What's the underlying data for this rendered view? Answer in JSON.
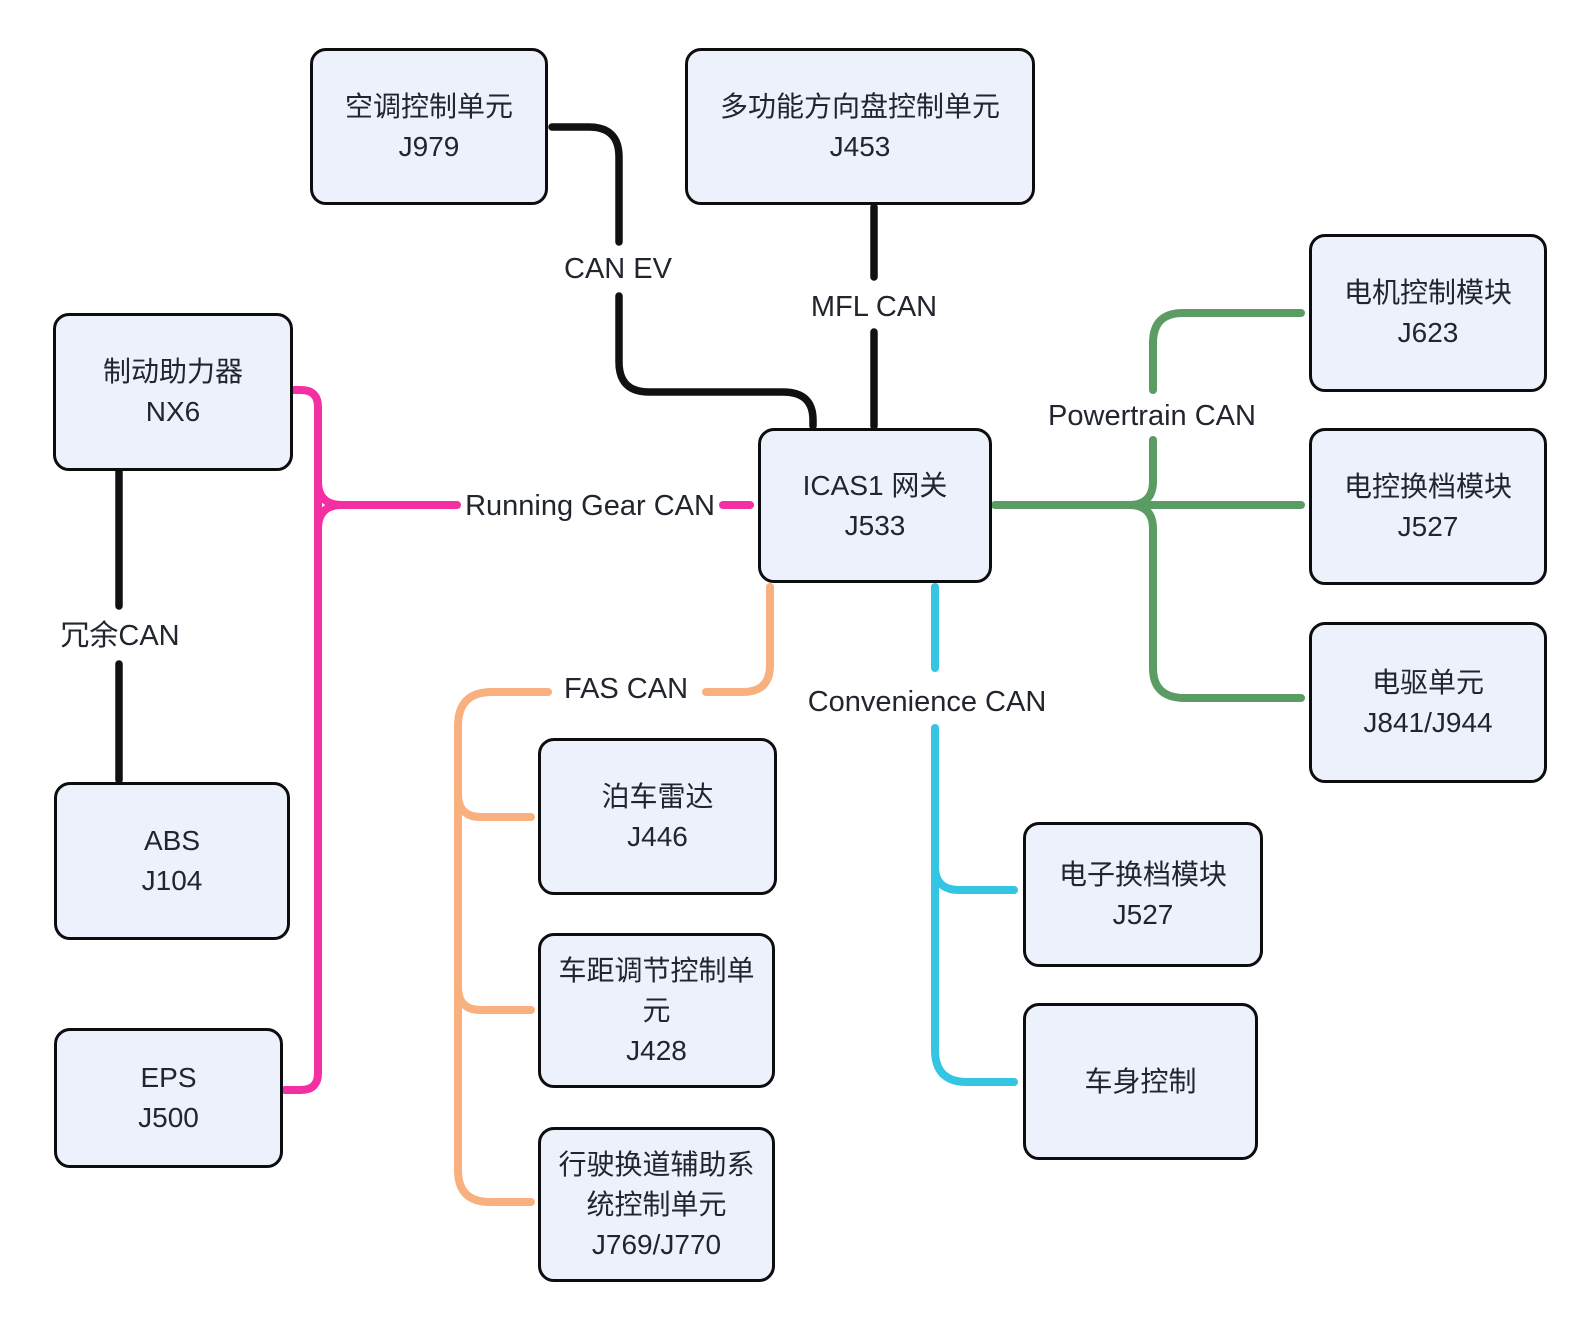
{
  "title": "ICAS1 gateway CAN bus topology",
  "colors": {
    "pink": "#F42FA4",
    "orange": "#F8B17E",
    "green": "#5A9C64",
    "cyan": "#33C5E2",
    "line_black": "#111111",
    "node_fill": "#EDF1FB",
    "node_border": "#0D0D10",
    "text": "#21252E"
  },
  "nodes": {
    "aircon": {
      "lines": [
        "空调控制单元",
        "J979",
        ""
      ]
    },
    "steering_wheel": {
      "lines": [
        "多功能方向盘控制单元",
        "J453",
        ""
      ]
    },
    "brake_booster": {
      "lines": [
        "制动助力器",
        "NX6",
        ""
      ]
    },
    "gateway": {
      "lines": [
        "ICAS1 网关",
        "J533",
        ""
      ]
    },
    "abs": {
      "lines": [
        "ABS",
        "J104",
        ""
      ]
    },
    "eps": {
      "lines": [
        "EPS",
        "J500",
        ""
      ]
    },
    "motor_control": {
      "lines": [
        "电机控制模块",
        "J623",
        ""
      ]
    },
    "eshift_powertrain": {
      "lines": [
        "电控换档模块",
        "J527",
        ""
      ]
    },
    "edrive": {
      "lines": [
        "电驱单元",
        "J841/J944",
        ""
      ]
    },
    "parking_radar": {
      "lines": [
        "泊车雷达",
        "J446",
        ""
      ]
    },
    "distance_control": {
      "lines": [
        "车距调节控制单",
        "元",
        "J428"
      ]
    },
    "lane_change_assist": {
      "lines": [
        "行驶换道辅助系",
        "统控制单元",
        "J769/J770"
      ]
    },
    "eshift_convenience": {
      "lines": [
        "电子换档模块",
        "J527",
        ""
      ]
    },
    "body_control": {
      "lines": [
        "车身控制",
        "",
        ""
      ]
    }
  },
  "edge_labels": {
    "can_ev": "CAN EV",
    "mfl_can": "MFL CAN",
    "running_gear_can": "Running Gear CAN",
    "redundant_can": "冗余CAN",
    "powertrain_can": "Powertrain CAN",
    "fas_can": "FAS CAN",
    "convenience_can": "Convenience CAN"
  }
}
